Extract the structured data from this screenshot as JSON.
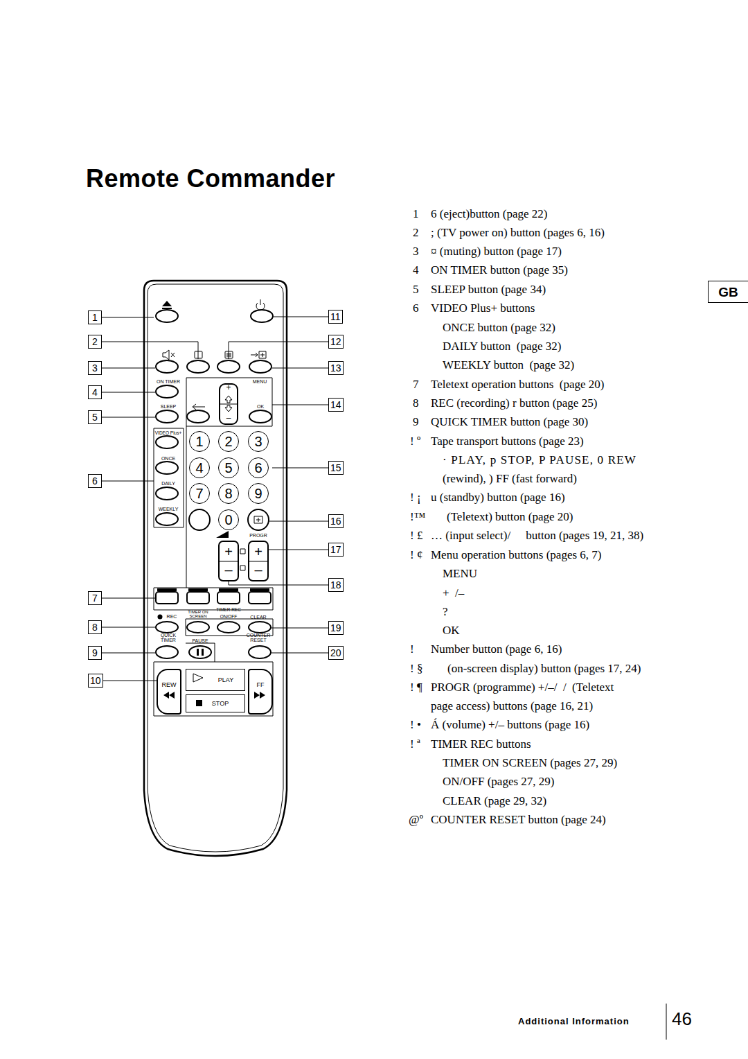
{
  "diagram": {
    "title": "Remote Commander",
    "nodes": [
      {
        "text": [
          "1"
        ]
      },
      {
        "text": [
          "2"
        ]
      },
      {
        "text": [
          "3"
        ]
      },
      {
        "text": [
          "4"
        ]
      },
      {
        "text": [
          "5"
        ]
      },
      {
        "text": [
          "6"
        ]
      },
      {
        "text": [
          "7"
        ]
      },
      {
        "text": [
          "8"
        ]
      },
      {
        "text": [
          "9"
        ]
      },
      {
        "text": [
          "10"
        ]
      },
      {
        "text": [
          "11"
        ]
      },
      {
        "text": [
          "12"
        ]
      },
      {
        "text": [
          "13"
        ]
      },
      {
        "text": [
          "14"
        ]
      },
      {
        "text": [
          "15"
        ]
      },
      {
        "text": [
          "16"
        ]
      },
      {
        "text": [
          "17"
        ]
      },
      {
        "text": [
          "18"
        ]
      },
      {
        "text": [
          "19"
        ]
      },
      {
        "text": [
          "20"
        ]
      },
      {
        "text": [
          "GB"
        ]
      },
      {
        "text": [
          "1"
        ]
      },
      {
        "text": [
          "2"
        ]
      },
      {
        "text": [
          "3"
        ]
      },
      {
        "text": [
          "4"
        ]
      },
      {
        "text": [
          "5"
        ]
      },
      {
        "text": [
          "6"
        ]
      },
      {
        "text": [
          "7"
        ]
      },
      {
        "text": [
          "8"
        ]
      },
      {
        "text": [
          "9"
        ]
      },
      {
        "text": [
          "0"
        ]
      },
      {
        "text": [
          "REW"
        ]
      },
      {
        "text": [
          "PLAY"
        ]
      },
      {
        "text": [
          "FF"
        ]
      },
      {
        "text": [
          "STOP"
        ]
      }
    ],
    "labels": [
      "ON TIMER",
      "MENU",
      "SLEEP",
      "OK",
      "VIDEO Plus+",
      "ONCE",
      "DAILY",
      "WEEKLY",
      "PROGR",
      "REC",
      "TIMER ON SCREEN",
      "TIMER REC",
      "ON/OFF",
      "CLEAR",
      "QUICK TIMER",
      "PAUSE",
      "COUNTER RESET",
      "+",
      "–",
      "+",
      "–",
      "+",
      "–",
      "1",
      "6 (eject)button (page 22)",
      "2",
      "; (TV power on) button (pages 6, 16)",
      "3",
      "¤ (muting) button (page 17)",
      "4",
      "ON TIMER button (page 35)",
      "5",
      "SLEEP button (page 34)",
      "6",
      "VIDEO Plus+ buttons",
      "ONCE button (page 32)",
      "DAILY button  (page 32)",
      "WEEKLY button  (page 32)",
      "7",
      "Teletext operation buttons  (page 20)",
      "8",
      "REC (recording) r button (page 25)",
      "9",
      "QUICK TIMER button (page 30)",
      "! º",
      "Tape transport buttons (page 23)",
      "· PLAY, p STOP, P PAUSE, 0 REW",
      "(rewind), ) FF (fast forward)",
      "! ¡",
      "u (standby) button (page 16)",
      "!™",
      "(Teletext) button (page 20)",
      "! £",
      "… (input select)/",
      "button (pages 19, 21, 38)",
      "! ¢",
      "Menu operation buttons (pages 6, 7)",
      "MENU",
      "+  /–",
      "?",
      "OK",
      "!",
      "Number button (page 6, 16)",
      "! §",
      "(on-screen display) button (pages 17, 24)",
      "! ¶",
      "PROGR (programme) +/–/  /  (Teletext",
      "page access) buttons (page 16, 21)",
      "! •",
      "Á (volume) +/– buttons (page 16)",
      "! ª",
      "TIMER REC buttons",
      "TIMER ON SCREEN (pages 27, 29)",
      "ON/OFF (pages 27, 29)",
      "CLEAR (page 29, 32)",
      "@º",
      "COUNTER RESET button (page 24)",
      "Additional Information",
      "46"
    ]
  }
}
